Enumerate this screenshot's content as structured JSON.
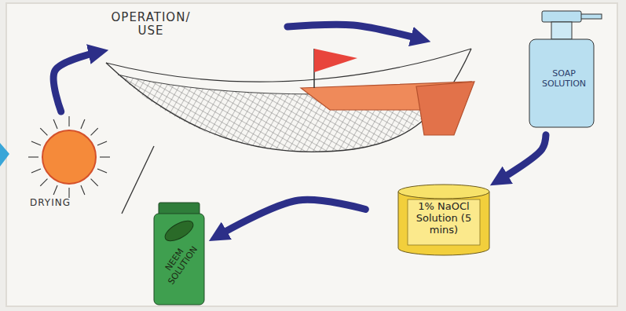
{
  "diagram": {
    "nodes": [
      {
        "text": [
          "OPERATION/ USE"
        ]
      },
      {
        "text": [
          "SOAP SOLUTION"
        ]
      },
      {
        "text": [
          "1% NaOCl Solution (5 mins)"
        ]
      },
      {
        "text": [
          "NEEM SOLUTION"
        ]
      },
      {
        "text": [
          "DRYING"
        ]
      }
    ],
    "edges": [
      {
        "from": 0,
        "to": 1,
        "arrow": "to"
      },
      {
        "from": 1,
        "to": 2,
        "arrow": "to"
      },
      {
        "from": 2,
        "to": 3,
        "arrow": "to"
      },
      {
        "from": 4,
        "to": 0,
        "arrow": "to"
      }
    ]
  }
}
